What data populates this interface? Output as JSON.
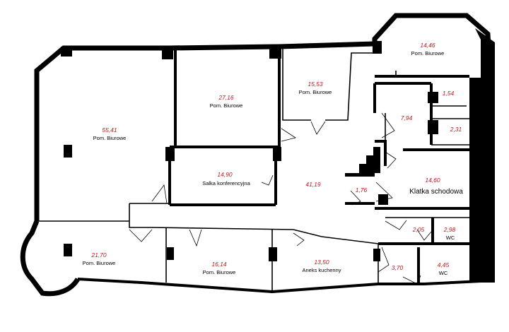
{
  "rooms": [
    {
      "id": "r1",
      "area": "55,41",
      "name": "Pom. Biurowe"
    },
    {
      "id": "r2",
      "area": "27,16",
      "name": "Pom. Biurowe"
    },
    {
      "id": "r3",
      "area": "15,53",
      "name": "Pom. Biurowe"
    },
    {
      "id": "r4",
      "area": "14,46",
      "name": "Pom. Biurowe"
    },
    {
      "id": "r5",
      "area": "1,54",
      "name": ""
    },
    {
      "id": "r6",
      "area": "7,94",
      "name": ""
    },
    {
      "id": "r7",
      "area": "2,31",
      "name": ""
    },
    {
      "id": "r8",
      "area": "14,90",
      "name": "Salka konferencyjna"
    },
    {
      "id": "r9",
      "area": "41,19",
      "name": ""
    },
    {
      "id": "r10",
      "area": "1,76",
      "name": ""
    },
    {
      "id": "r11",
      "area": "14,60",
      "name": "Klatka schodowa"
    },
    {
      "id": "r12",
      "area": "2,05",
      "name": ""
    },
    {
      "id": "r13",
      "area": "2,98",
      "name": "WC"
    },
    {
      "id": "r14",
      "area": "21,70",
      "name": "Pom. Biurowe"
    },
    {
      "id": "r15",
      "area": "16,14",
      "name": "Pom. Biurowe"
    },
    {
      "id": "r16",
      "area": "13,50",
      "name": "Aneks kuchenny"
    },
    {
      "id": "r17",
      "area": "3,70",
      "name": ""
    },
    {
      "id": "r18",
      "area": "4,45",
      "name": "WC"
    }
  ]
}
